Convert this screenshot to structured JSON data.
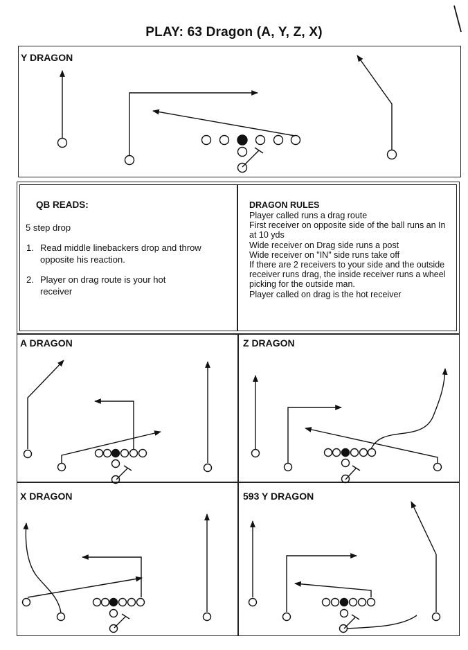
{
  "title": "PLAY:  63 Dragon (A, Y, Z, X)",
  "panels": {
    "y_dragon": "Y DRAGON",
    "a_dragon": "A DRAGON",
    "z_dragon": "Z DRAGON",
    "x_dragon": "X DRAGON",
    "y593_dragon": "593 Y DRAGON"
  },
  "qb_reads": {
    "title": "QB READS:",
    "drop": "5 step drop",
    "items": [
      {
        "num": "1.",
        "text": "Read middle linebackers drop and throw opposite his reaction."
      },
      {
        "num": "2.",
        "text": "Player on drag route is your hot receiver"
      }
    ]
  },
  "dragon_rules": {
    "title": "DRAGON RULES",
    "lines": [
      "Player called runs a drag route",
      "First receiver on opposite side of the ball runs an In at 10 yds",
      "Wide receiver on Drag side runs a post",
      "Wide receiver on \"IN\" side runs take off",
      "If there are 2 receivers to your side and the outside receiver runs drag, the inside receiver runs a wheel picking for the outside man.",
      "Player called on drag is the hot receiver"
    ]
  }
}
